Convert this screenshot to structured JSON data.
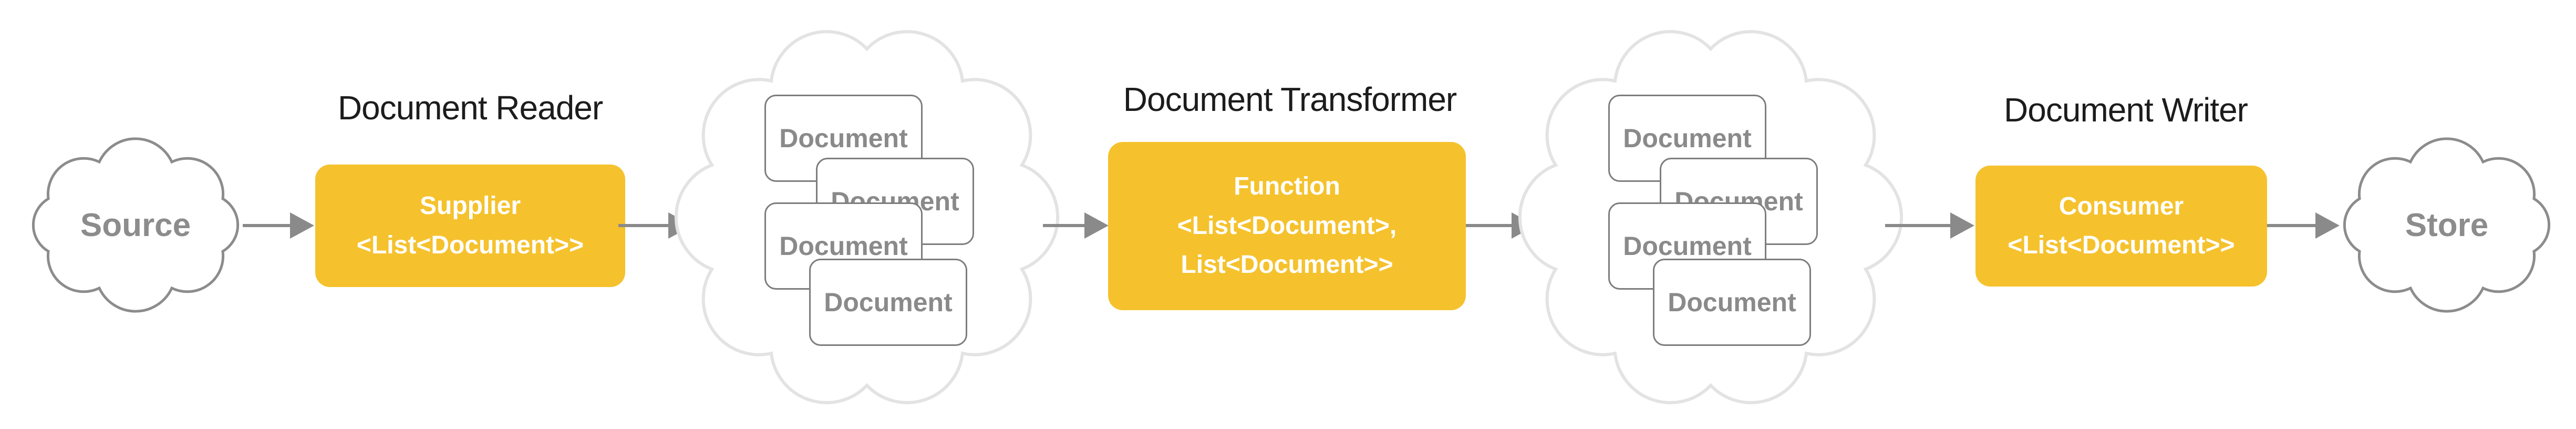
{
  "diagram": {
    "stages": {
      "reader": {
        "title": "Document Reader"
      },
      "transformer": {
        "title": "Document Transformer"
      },
      "writer": {
        "title": "Document Writer"
      }
    },
    "source_cloud": {
      "label": "Source"
    },
    "store_cloud": {
      "label": "Store"
    },
    "supplier_box": {
      "line1": "Supplier",
      "line2": "<List<Document>>"
    },
    "function_box": {
      "line1": "Function",
      "line2": "<List<Document>,",
      "line3": "List<Document>>"
    },
    "consumer_box": {
      "line1": "Consumer",
      "line2": "<List<Document>>"
    },
    "document_label": "Document",
    "colors": {
      "accent_yellow": "#F5C22D",
      "arrow_gray": "#8A8A8A",
      "endpoint_cloud_stroke": "#8C8C8C",
      "document_cloud_stroke": "#E3E3E3",
      "document_card_border": "#7D7D7D",
      "document_card_text": "#8A8A8A",
      "title_text": "#1C1C1C",
      "box_text": "#FFFFFF"
    }
  }
}
